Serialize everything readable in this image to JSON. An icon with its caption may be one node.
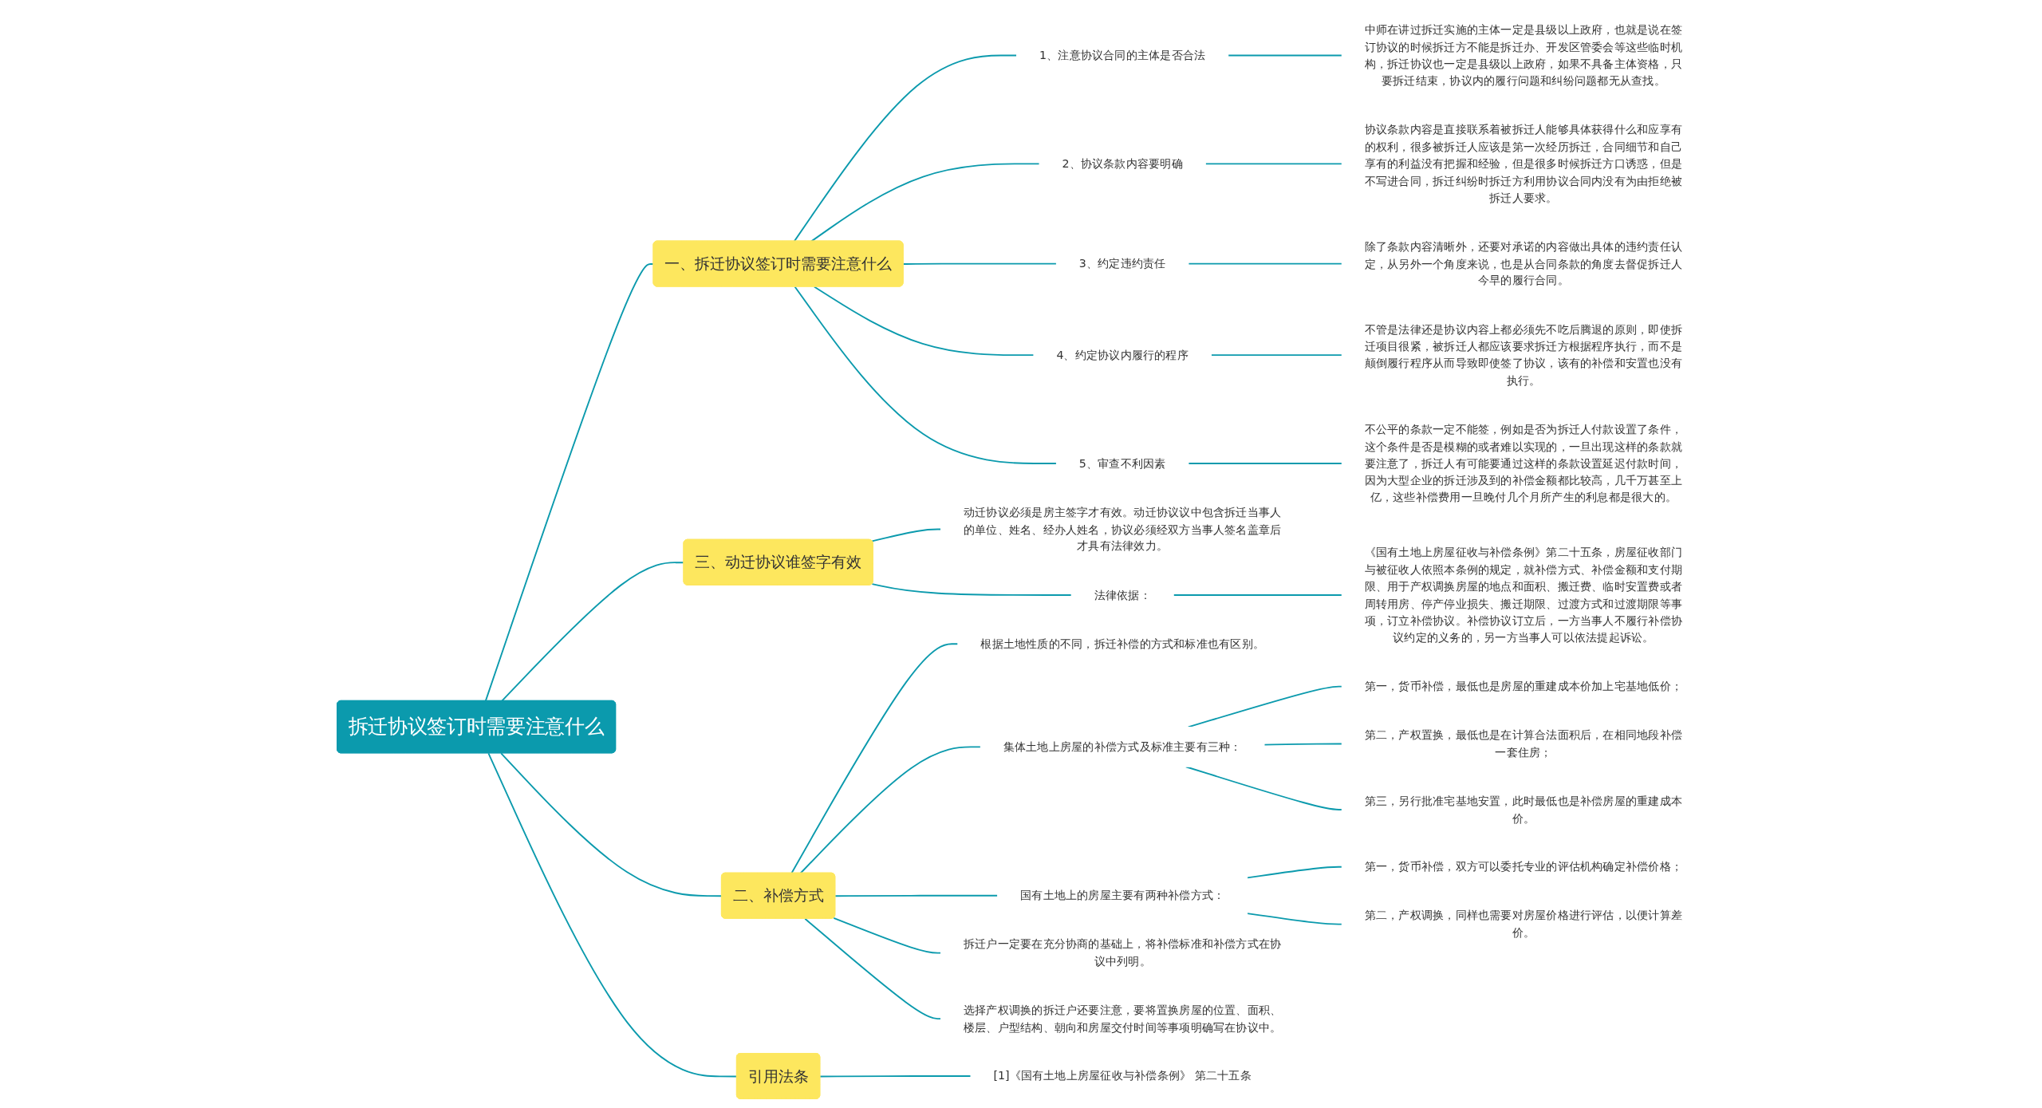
{
  "diagram": {
    "nodes": [
      {
        "text": [
          "拆迁协议签订时需要注意什么"
        ]
      },
      {
        "text": [
          "一、拆迁协议签订时需要注意什么"
        ]
      },
      {
        "text": [
          "1、注意协议合同的主体是否合法"
        ]
      },
      {
        "text": [
          "中师在讲过拆迁实施的主体一定是县级以上政府，也就是说在签订协议的时候拆迁方不能是拆迁办、开发区管委会等这些临时机构，拆迁协议也一定是县级以上政府，如果不具备主体资格，只要拆迁结束，协议内的履行问题和纠纷问题都无从查找。"
        ]
      },
      {
        "text": [
          "2、协议条款内容要明确"
        ]
      },
      {
        "text": [
          "协议条款内容是直接联系着被拆迁人能够具体获得什么和应享有的权利，很多被拆迁人应该是第一次经历拆迁，合同细节和自己享有的利益没有把握和经验，但是很多时候拆迁方口诱惑，但是不写进合同，拆迁纠纷时拆迁方利用协议合同内没有为由拒绝被拆迁人要求。"
        ]
      },
      {
        "text": [
          "3、约定违约责任"
        ]
      },
      {
        "text": [
          "除了条款内容清晰外，还要对承诺的内容做出具体的违约责任认定，从另外一个角度来说，也是从合同条款的角度去督促拆迁人今早的履行合同。"
        ]
      },
      {
        "text": [
          "4、约定协议内履行的程序"
        ]
      },
      {
        "text": [
          "不管是法律还是协议内容上都必须先不吃后腾退的原则，即使拆迁项目很紧，被拆迁人都应该要求拆迁方根据程序执行，而不是颠倒履行程序从而导致即使签了协议，该有的补偿和安置也没有执行。"
        ]
      },
      {
        "text": [
          "5、审查不利因素"
        ]
      },
      {
        "text": [
          "不公平的条款一定不能签，例如是否为拆迁人付款设置了条件，这个条件是否是模糊的或者难以实现的，一旦出现这样的条款就要注意了，拆迁人有可能要通过这样的条款设置延迟付款时间，因为大型企业的拆迁涉及到的补偿金额都比较高，几千万甚至上亿，这些补偿费用一旦晚付几个月所产生的利息都是很大的。"
        ]
      },
      {
        "text": [
          "三、动迁协议谁签字有效"
        ]
      },
      {
        "text": [
          "动迁协议必须是房主签字才有效。动迁协议议中包含拆迁当事人的单位、姓名、经办人姓名，协议必须经双方当事人签名盖章后才具有法律效力。"
        ]
      },
      {
        "text": [
          "法律依据："
        ]
      },
      {
        "text": [
          "《国有土地上房屋征收与补偿条例》第二十五条，房屋征收部门与被征收人依照本条例的规定，就补偿方式、补偿金额和支付期限、用于产权调换房屋的地点和面积、搬迁费、临时安置费或者周转用房、停产停业损失、搬迁期限、过渡方式和过渡期限等事项，订立补偿协议。补偿协议订立后，一方当事人不履行补偿协议约定的义务的，另一方当事人可以依法提起诉讼。"
        ]
      },
      {
        "text": [
          "二、补偿方式"
        ]
      },
      {
        "text": [
          "根据土地性质的不同，拆迁补偿的方式和标准也有区别。"
        ]
      },
      {
        "text": [
          "集体土地上房屋的补偿方式及标准主要有三种："
        ]
      },
      {
        "text": [
          "第一，货币补偿，最低也是房屋的重建成本价加上宅基地低价；"
        ]
      },
      {
        "text": [
          "第二，产权置换，最低也是在计算合法面积后，在相同地段补偿一套住房；"
        ]
      },
      {
        "text": [
          "第三，另行批准宅基地安置，此时最低也是补偿房屋的重建成本价。"
        ]
      },
      {
        "text": [
          "国有土地上的房屋主要有两种补偿方式："
        ]
      },
      {
        "text": [
          "第一，货币补偿，双方可以委托专业的评估机构确定补偿价格；"
        ]
      },
      {
        "text": [
          "第二，产权调换，同样也需要对房屋价格进行评估，以便计算差价。"
        ]
      },
      {
        "text": [
          "拆迁户一定要在充分协商的基础上，将补偿标准和补偿方式在协议中列明。"
        ]
      },
      {
        "text": [
          "选择产权调换的拆迁户还要注意，要将置换房屋的位置、面积、楼层、户型结构、朝向和房屋交付时间等事项明确写在协议中。"
        ]
      },
      {
        "text": [
          "引用法条"
        ]
      },
      {
        "text": [
          "[1]《国有土地上房屋征收与补偿条例》 第二十五条"
        ]
      }
    ],
    "edges": [
      {
        "from": 0,
        "to": 1,
        "arrow": "none"
      },
      {
        "from": 1,
        "to": 2,
        "arrow": "none"
      },
      {
        "from": 2,
        "to": 3,
        "arrow": "none"
      },
      {
        "from": 1,
        "to": 4,
        "arrow": "none"
      },
      {
        "from": 4,
        "to": 5,
        "arrow": "none"
      },
      {
        "from": 1,
        "to": 6,
        "arrow": "none"
      },
      {
        "from": 6,
        "to": 7,
        "arrow": "none"
      },
      {
        "from": 1,
        "to": 8,
        "arrow": "none"
      },
      {
        "from": 8,
        "to": 9,
        "arrow": "none"
      },
      {
        "from": 1,
        "to": 10,
        "arrow": "none"
      },
      {
        "from": 10,
        "to": 11,
        "arrow": "none"
      },
      {
        "from": 0,
        "to": 12,
        "arrow": "none"
      },
      {
        "from": 12,
        "to": 13,
        "arrow": "none"
      },
      {
        "from": 12,
        "to": 14,
        "arrow": "none"
      },
      {
        "from": 14,
        "to": 15,
        "arrow": "none"
      },
      {
        "from": 0,
        "to": 16,
        "arrow": "none"
      },
      {
        "from": 16,
        "to": 17,
        "arrow": "none"
      },
      {
        "from": 16,
        "to": 18,
        "arrow": "none"
      },
      {
        "from": 18,
        "to": 19,
        "arrow": "none"
      },
      {
        "from": 18,
        "to": 20,
        "arrow": "none"
      },
      {
        "from": 18,
        "to": 21,
        "arrow": "none"
      },
      {
        "from": 16,
        "to": 22,
        "arrow": "none"
      },
      {
        "from": 22,
        "to": 23,
        "arrow": "none"
      },
      {
        "from": 22,
        "to": 24,
        "arrow": "none"
      },
      {
        "from": 16,
        "to": 25,
        "arrow": "none"
      },
      {
        "from": 16,
        "to": 26,
        "arrow": "none"
      },
      {
        "from": 0,
        "to": 27,
        "arrow": "none"
      },
      {
        "from": 27,
        "to": 28,
        "arrow": "none"
      }
    ]
  }
}
